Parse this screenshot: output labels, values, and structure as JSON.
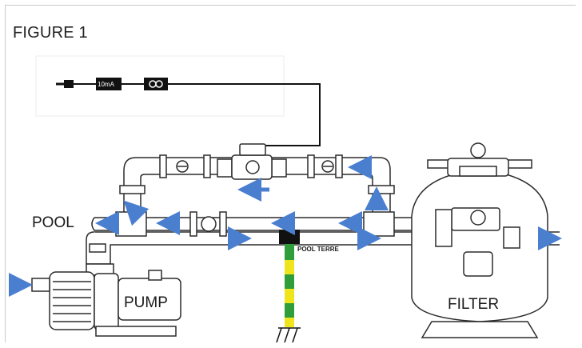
{
  "figure": {
    "title": "FIGURE 1"
  },
  "labels": {
    "pool": "POOL",
    "pump": "PUMP",
    "filter": "FILTER",
    "pool_terre": "POOL TERRE",
    "rcd": "10mA"
  },
  "icons": {
    "plug": "plug-icon",
    "transformer": "transformer-icon",
    "flow_arrow": "arrow-icon",
    "ground": "ground-icon"
  },
  "colors": {
    "arrow": "#4a7fd0",
    "pipe_stroke": "#2b2b2b",
    "ground_green": "#2f9e3a",
    "ground_yellow": "#f0e41c",
    "box": "#111111"
  }
}
